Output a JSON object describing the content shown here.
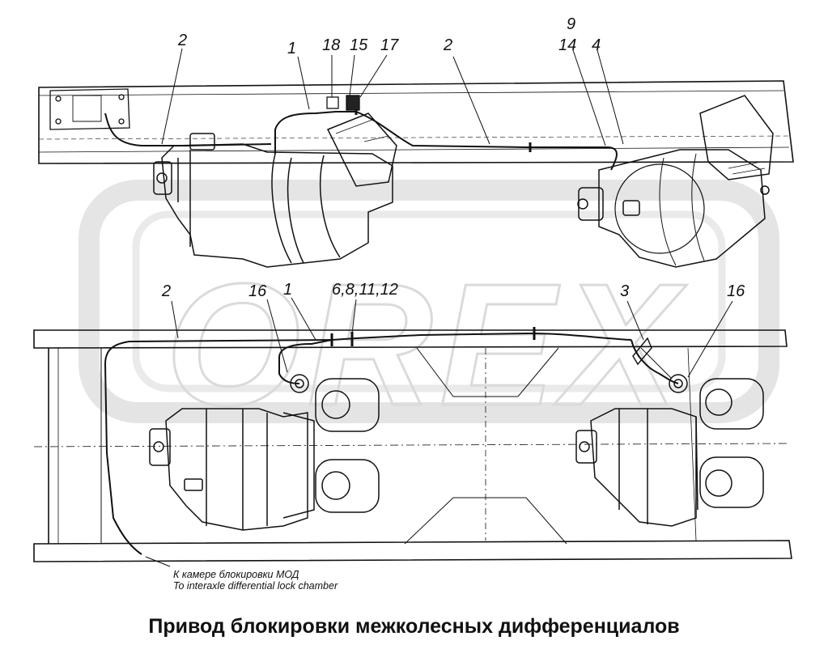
{
  "callouts": {
    "c2a": "2",
    "c1a": "1",
    "c18": "18",
    "c15": "15",
    "c17": "17",
    "c2b": "2",
    "c9": "9",
    "c14": "14",
    "c4": "4",
    "c2c": "2",
    "c16a": "16",
    "c1b": "1",
    "c6": "6,8,11,12",
    "c3": "3",
    "c16b": "16"
  },
  "note": {
    "ru": "К камере блокировки МОД",
    "en": "To interaxle differential lock chamber"
  },
  "watermark": "OREX",
  "title": "Привод блокировки межколесных дифференциалов",
  "colors": {
    "ink": "#111111",
    "watermark": "#d4d4d4"
  }
}
